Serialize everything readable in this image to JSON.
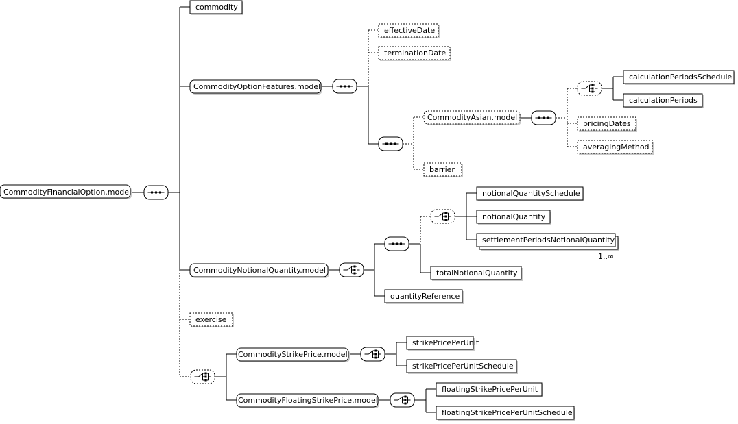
{
  "root": {
    "label": "CommodityFinancialOption.model"
  },
  "elements": {
    "commodity": "commodity",
    "option_features_group": "CommodityOptionFeatures.model",
    "effective_date": "effectiveDate",
    "termination_date": "terminationDate",
    "asian_group": "CommodityAsian.model",
    "calculation_periods_schedule": "calculationPeriodsSchedule",
    "calculation_periods": "calculationPeriods",
    "pricing_dates": "pricingDates",
    "averaging_method": "averagingMethod",
    "barrier": "barrier",
    "notional_quantity_group": "CommodityNotionalQuantity.model",
    "notional_quantity_schedule": "notionalQuantitySchedule",
    "notional_quantity": "notionalQuantity",
    "settlement_periods_notional_quantity": "settlementPeriodsNotionalQuantity",
    "settlement_cardinality": "1..∞",
    "total_notional_quantity": "totalNotionalQuantity",
    "quantity_reference": "quantityReference",
    "exercise": "exercise",
    "strike_price_group": "CommodityStrikePrice.model",
    "strike_price_per_unit": "strikePricePerUnit",
    "strike_price_per_unit_schedule": "strikePricePerUnitSchedule",
    "floating_strike_price_group": "CommodityFloatingStrikePrice.model",
    "floating_strike_price_per_unit": "floatingStrikePricePerUnit",
    "floating_strike_price_per_unit_schedule": "floatingStrikePricePerUnitSchedule"
  },
  "colors": {
    "line": "#000000",
    "box_fill": "#ffffff",
    "shadow": "#c8c8c8"
  }
}
